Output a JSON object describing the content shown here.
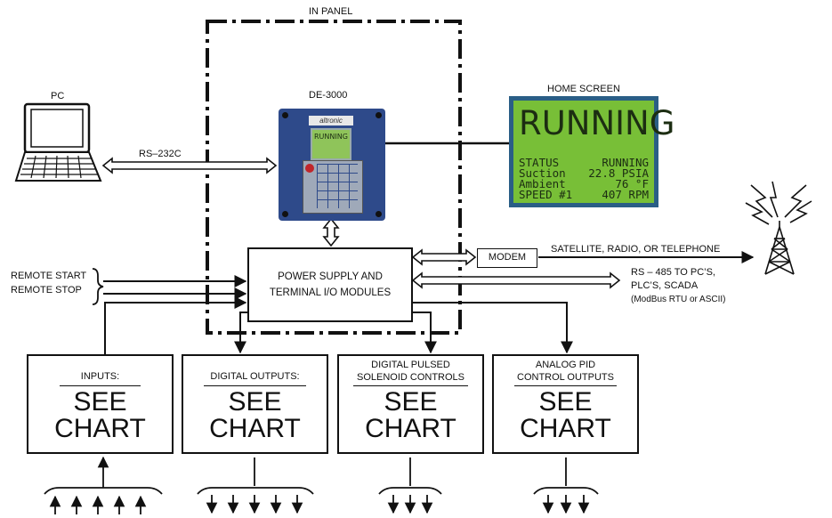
{
  "panel": {
    "label": "IN PANEL"
  },
  "pc": {
    "label": "PC"
  },
  "controller": {
    "label": "DE-3000",
    "brand": "altronic",
    "display_text": "RUNNING"
  },
  "home_screen": {
    "label": "HOME SCREEN",
    "title": "RUNNING",
    "rows": [
      {
        "name": "STATUS",
        "value": "RUNNING"
      },
      {
        "name": "Suction",
        "value": "22.8 PSIA"
      },
      {
        "name": "Ambient",
        "value": "76 °F"
      },
      {
        "name": "SPEED #1",
        "value": "407 RPM"
      }
    ]
  },
  "links": {
    "rs232": "RS–232C",
    "satellite": "SATELLITE, RADIO, OR TELEPHONE",
    "rs485_line1": "RS – 485 TO PC’S,",
    "rs485_line2": "PLC’S, SCADA",
    "rs485_line3": "(ModBus RTU or ASCII)"
  },
  "modem": {
    "label": "MODEM"
  },
  "power": {
    "line1": "POWER SUPPLY AND",
    "line2": "TERMINAL I/O MODULES"
  },
  "remote": {
    "start": "REMOTE START",
    "stop": "REMOTE STOP"
  },
  "boxes": [
    {
      "line1": "",
      "line2": "INPUTS:",
      "see": "SEE",
      "chart": "CHART"
    },
    {
      "line1": "",
      "line2": "DIGITAL OUTPUTS:",
      "see": "SEE",
      "chart": "CHART"
    },
    {
      "line1": "DIGITAL PULSED",
      "line2": "SOLENOID CONTROLS",
      "see": "SEE",
      "chart": "CHART"
    },
    {
      "line1": "ANALOG PID",
      "line2": "CONTROL OUTPUTS",
      "see": "SEE",
      "chart": "CHART"
    }
  ],
  "colors": {
    "lcd": "#78bf37",
    "lcd_frame": "#2a5e86",
    "device": "#2e4a8a",
    "line": "#111111"
  },
  "icons": [
    "laptop-icon",
    "radio-tower-icon"
  ]
}
